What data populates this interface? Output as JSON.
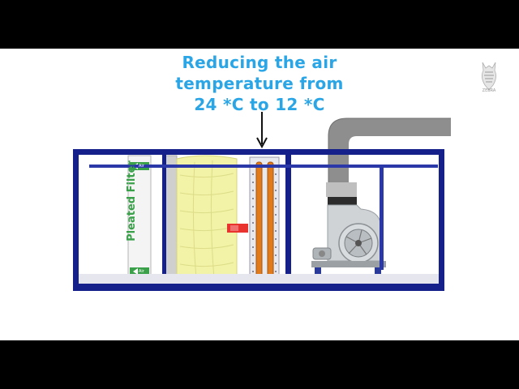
{
  "caption": {
    "line1": "Reducing the air",
    "line2": "temperature from",
    "line3": "24 *C to 12 *C"
  },
  "filter": {
    "label": "Pleated Filter",
    "tag_top": "Air",
    "tag_bottom": "Air"
  },
  "logo": {
    "text": "ZEBRA"
  },
  "colors": {
    "caption": "#2aa5e6",
    "frame": "#16208a",
    "filter_text": "#3aa04a",
    "bag_filter": "#f2f3a6",
    "coil": "#e07a1a",
    "heat_indicator": "#e8332e",
    "duct": "#8a8a8a"
  }
}
